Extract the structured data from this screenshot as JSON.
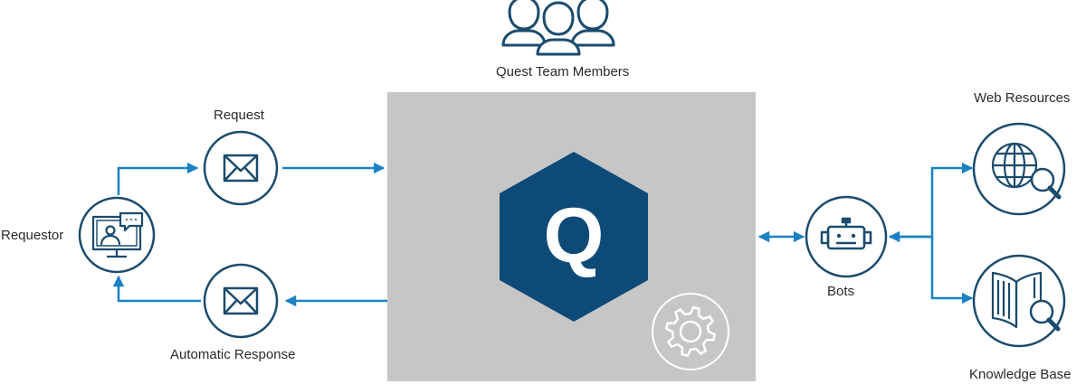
{
  "labels": {
    "team": "Quest Team Members",
    "request": "Request",
    "requestor": "Requestor",
    "automatic_response": "Automatic Response",
    "bots": "Bots",
    "web_resources": "Web Resources",
    "knowledge_base": "Knowledge Base",
    "logo_letter": "Q"
  },
  "colors": {
    "accent_blue": "#1a82c4",
    "navy": "#1a4b6e",
    "hex_fill": "#0d4a78",
    "panel_gray": "#c6c6c6",
    "text": "#2a2a2a"
  },
  "icons": [
    "team-members-icon",
    "envelope-icon",
    "requestor-monitor-icon",
    "gear-icon",
    "robot-icon",
    "globe-search-icon",
    "book-search-icon"
  ]
}
